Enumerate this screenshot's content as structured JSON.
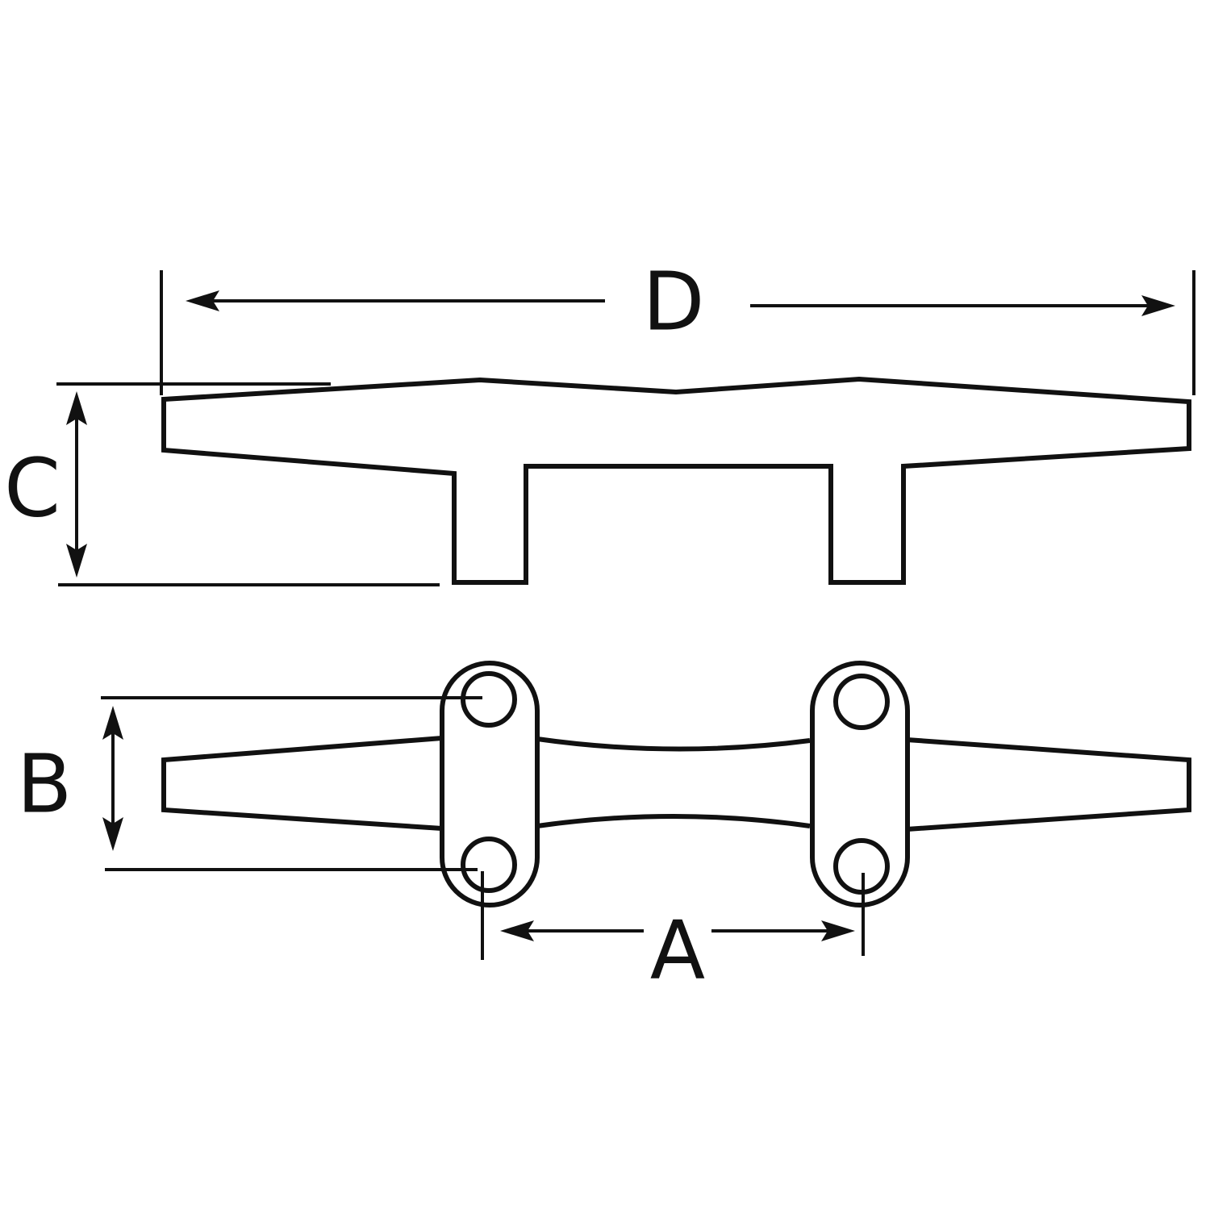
{
  "labels": {
    "dimension_d": "D",
    "dimension_c": "C",
    "dimension_b": "B",
    "dimension_a": "A"
  },
  "colors": {
    "line": "#111111",
    "background": "#ffffff"
  }
}
